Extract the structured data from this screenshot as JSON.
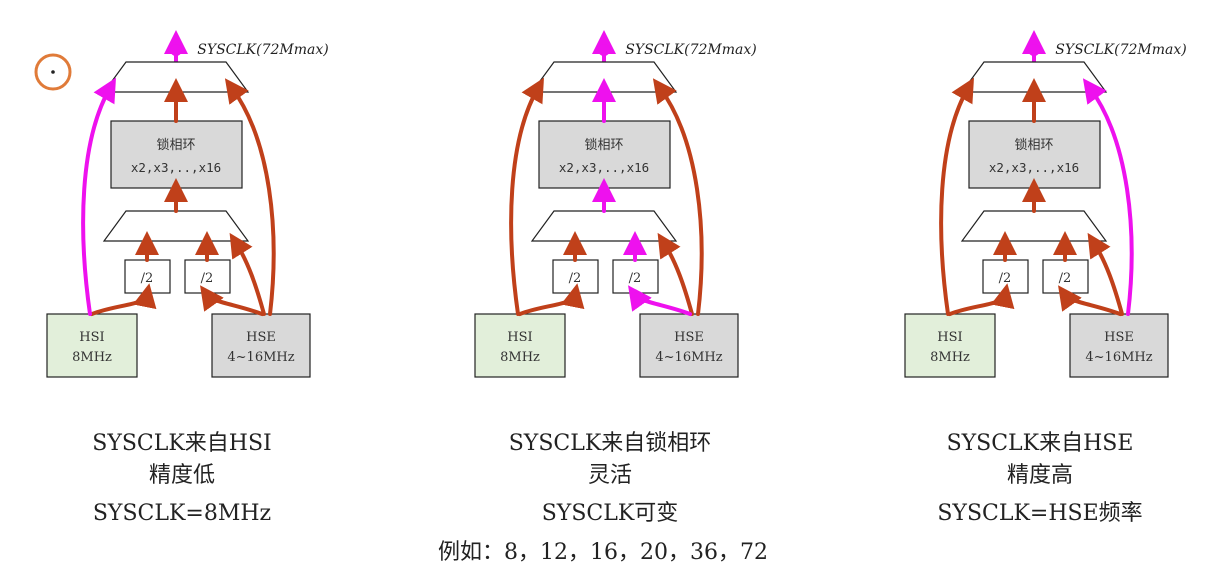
{
  "output_label": "SYSCLK(72Mmax)",
  "pll_label_line1": "锁相环",
  "pll_label_line2": "x2,x3,..,x16",
  "div_label": "/2",
  "hsi_line1": "HSI",
  "hsi_line2": "8MHz",
  "hse_line1": "HSE",
  "hse_line2": "4~16MHz",
  "colors": {
    "active_path": "#ee11ee",
    "inactive_path": "#c0401a",
    "hsi_fill": "#e2efda",
    "hse_fill": "#d9d9d9",
    "pll_fill": "#d9d9d9",
    "cursor_ring": "#e07b39"
  },
  "diagrams": [
    {
      "captions": [
        "SYSCLK来自HSI",
        "精度低",
        "SYSCLK=8MHz"
      ],
      "active_source": "HSI"
    },
    {
      "captions": [
        "SYSCLK来自锁相环",
        "灵活",
        "SYSCLK可变"
      ],
      "active_source": "PLL(HSE/2)"
    },
    {
      "captions": [
        "SYSCLK来自HSE",
        "精度高",
        "SYSCLK=HSE频率"
      ],
      "active_source": "HSE"
    }
  ],
  "footer_note": "例如：8，12，16，20，36，72"
}
